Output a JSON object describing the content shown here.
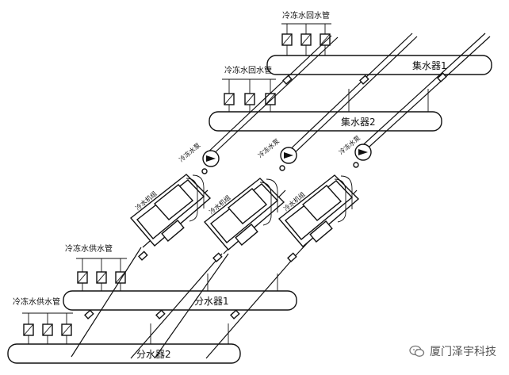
{
  "headers": {
    "return_1": "集水器1",
    "return_2": "集水器2",
    "supply_1": "分水器1",
    "supply_2": "分水器2"
  },
  "labels": {
    "return_pipe_top": "冷冻水回水管",
    "return_pipe_mid": "冷冻水回水管",
    "supply_pipe_mid": "冷冻水供水管",
    "supply_pipe_low": "冷冻水供水管"
  },
  "equipment": {
    "pump_label": "冷冻水泵",
    "chiller_label": "冷水机组"
  },
  "watermark": {
    "text": "厦门泽宇科技",
    "icon": "wechat-icon"
  }
}
